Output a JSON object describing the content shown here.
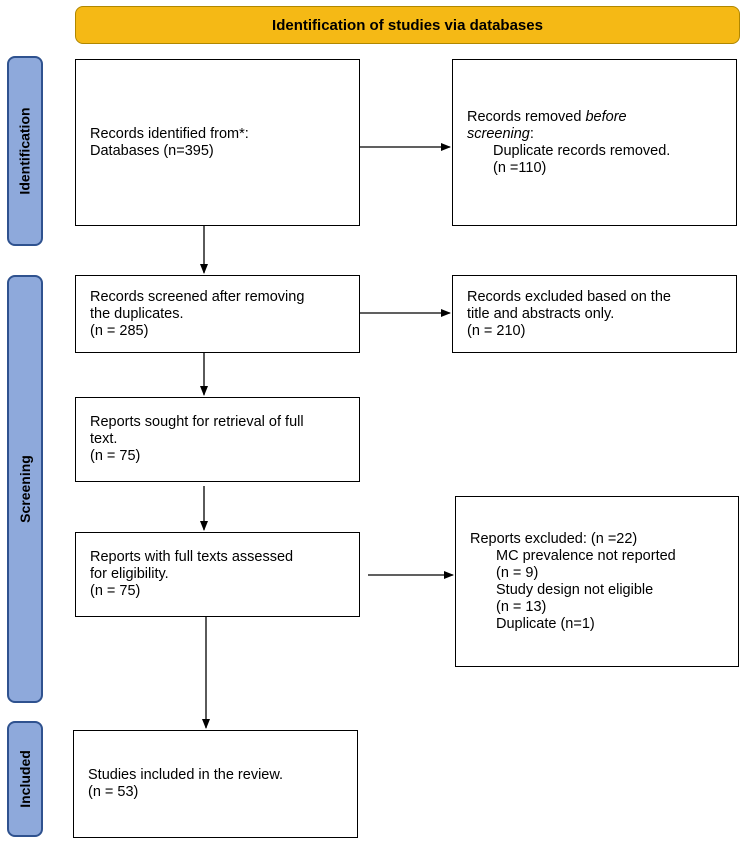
{
  "header": {
    "title": "Identification of studies via databases"
  },
  "phases": {
    "identification": "Identification",
    "screening": "Screening",
    "included": "Included"
  },
  "boxes": {
    "records_identified": {
      "line1": "Records identified from*:",
      "line2": "Databases (n=395)"
    },
    "records_removed": {
      "line1_pre": "Records removed ",
      "line1_em": "before",
      "line2_em": "screening",
      "line2_post": ":",
      "line3": "Duplicate records removed.",
      "line4": "(n =110)"
    },
    "records_screened": {
      "line1": "Records screened after removing",
      "line2": "the duplicates.",
      "line3": "(n = 285)"
    },
    "records_excluded": {
      "line1": "Records excluded based on the",
      "line2": "title and abstracts only.",
      "line3": "(n = 210)"
    },
    "reports_sought": {
      "line1": "Reports sought for retrieval of full",
      "line2": "text.",
      "line3": "(n = 75)"
    },
    "reports_assessed": {
      "line1": "Reports with full texts assessed",
      "line2": "for eligibility.",
      "line3": "(n = 75)"
    },
    "reports_excluded": {
      "line1": "Reports excluded: (n =22)",
      "line2": "MC prevalence not reported",
      "line3": "(n = 9)",
      "line4": "Study design not eligible",
      "line5": "(n = 13)",
      "line6": "Duplicate (n=1)"
    },
    "studies_included": {
      "line1": "Studies included in the review.",
      "line2": "(n = 53)"
    }
  }
}
